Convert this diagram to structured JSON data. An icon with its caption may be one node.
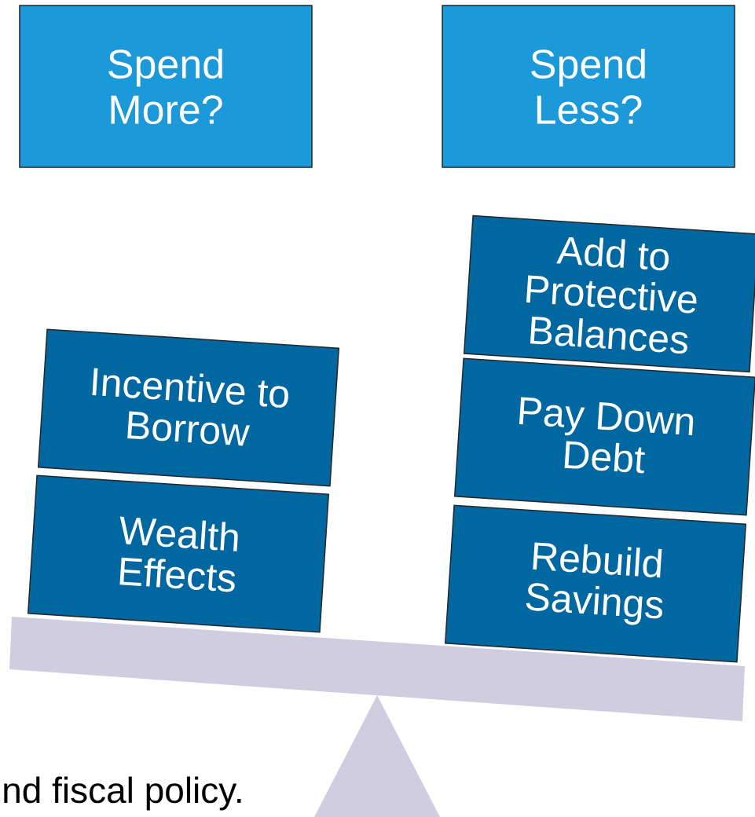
{
  "diagram": {
    "nodes": [
      {
        "text": [
          "Spend More?"
        ]
      },
      {
        "text": [
          "Spend Less?"
        ]
      },
      {
        "text": [
          "Incentive to Borrow"
        ]
      },
      {
        "text": [
          "Wealth Effects"
        ]
      },
      {
        "text": [
          "Add to Protective Balances"
        ]
      },
      {
        "text": [
          "Pay Down Debt"
        ]
      },
      {
        "text": [
          "Rebuild Savings"
        ]
      }
    ],
    "labels": [
      "nd fiscal policy."
    ]
  }
}
